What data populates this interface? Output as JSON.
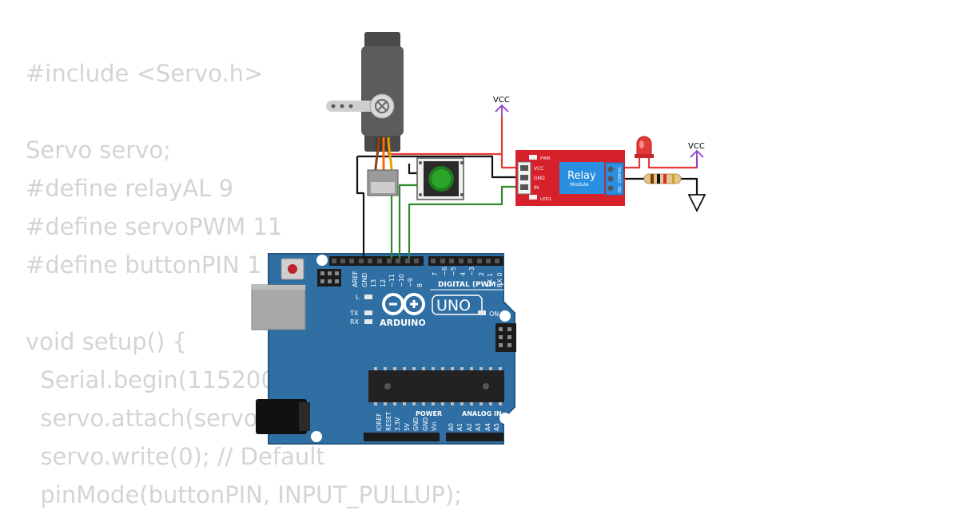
{
  "code_lines": [
    "#include <Servo.h>",
    "",
    "Servo servo;",
    "#define relayAL 9",
    "#define servoPWM 11",
    "#define buttonPIN 1",
    "",
    "void setup() {",
    "  Serial.begin(115200",
    "  servo.attach(servo",
    "  servo.write(0); // Default",
    "  pinMode(buttonPIN, INPUT_PULLUP);"
  ],
  "power": {
    "vcc_relay": "VCC",
    "vcc_led": "VCC"
  },
  "relay": {
    "title": "Relay",
    "subtitle": "Module",
    "pin_vcc": "VCC",
    "pin_gnd": "GND",
    "pin_in": "IN",
    "pwr": "PWR",
    "led": "LED1",
    "term_no": "NO",
    "term_com": "COM",
    "term_nc": "NC"
  },
  "arduino": {
    "brand": "ARDUINO",
    "model": "UNO",
    "on": "ON",
    "l": "L",
    "tx": "TX",
    "rx": "RX",
    "digital": "DIGITAL (PWM ~)",
    "power": "POWER",
    "analog": "ANALOG IN",
    "digital_pins": [
      "AREF",
      "GND",
      "13",
      "12",
      "~11",
      "~10",
      "~9",
      "8",
      "7",
      "~6",
      "~5",
      "4",
      "~3",
      "2",
      "TX 1",
      "RX 0"
    ],
    "power_pins": [
      "IOREF",
      "RESET",
      "3.3V",
      "5V",
      "GND",
      "GND",
      "Vin"
    ],
    "analog_pins": [
      "A0",
      "A1",
      "A2",
      "A3",
      "A4",
      "A5"
    ]
  },
  "colors": {
    "board": "#2f6fa4",
    "board_dark": "#245883",
    "relay": "#d6202a",
    "relay_blue": "#2a8fe0",
    "wire_red": "#e53935",
    "wire_black": "#111111",
    "wire_green": "#2e8b2e",
    "vcc": "#8e3fc9",
    "code_text": "#d4d4d4"
  }
}
